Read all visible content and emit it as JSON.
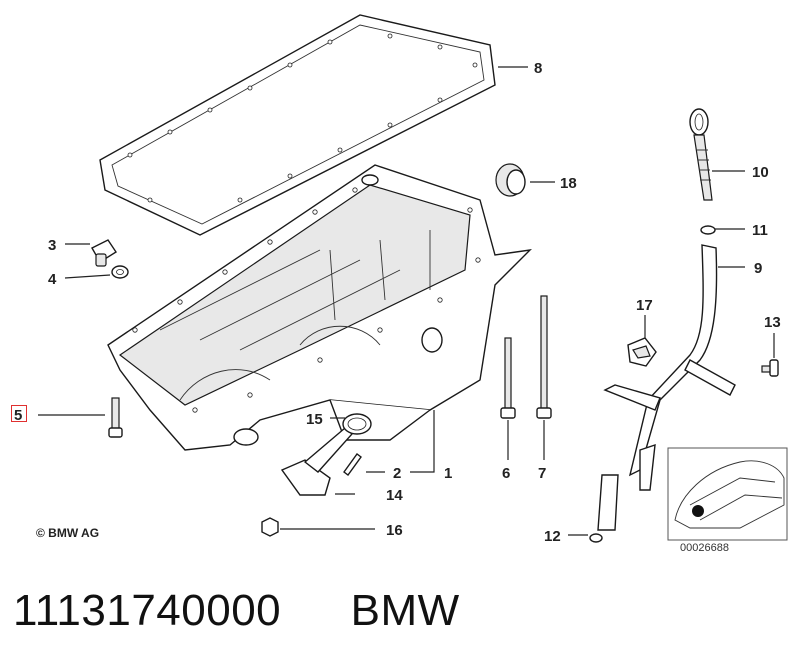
{
  "caption": {
    "part_number": "11131740000",
    "brand": "BMW"
  },
  "copyright": "© BMW AG",
  "inset_reference": "00026688",
  "callouts": [
    "1",
    "2",
    "3",
    "4",
    "5",
    "6",
    "7",
    "8",
    "9",
    "10",
    "11",
    "12",
    "13",
    "14",
    "15",
    "16",
    "17",
    "18"
  ],
  "highlighted_callout": "5",
  "highlight_color": "#e03030"
}
